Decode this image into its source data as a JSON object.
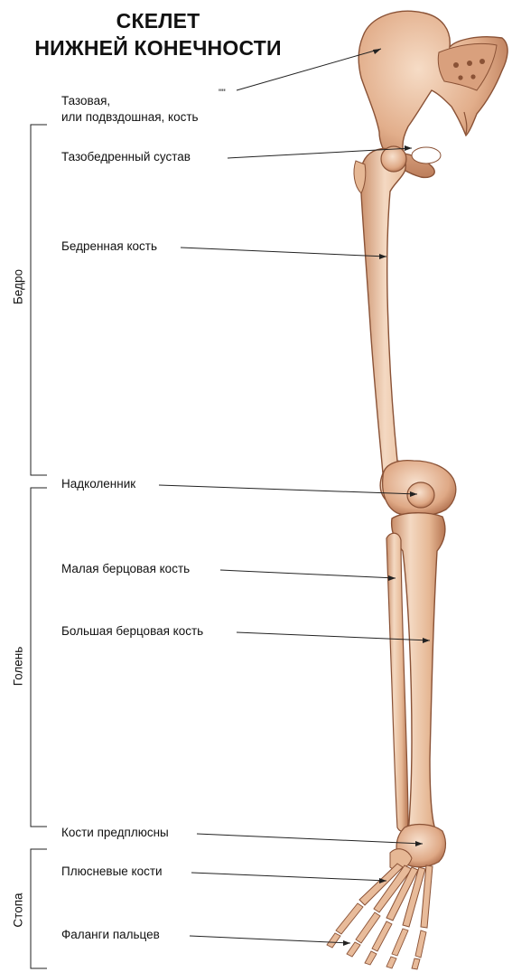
{
  "title": {
    "line1": "СКЕЛЕТ",
    "line2": "НИЖНЕЙ КОНЕЧНОСТИ"
  },
  "labels": {
    "pelvis_line1": "Тазовая,",
    "pelvis_line2": "или подвздошная, кость",
    "pelvis_mark": "\"\"",
    "hip_joint": "Тазобедренный сустав",
    "femur": "Бедренная кость",
    "patella": "Надколенник",
    "fibula": "Малая берцовая кость",
    "tibia": "Большая берцовая кость",
    "tarsals": "Кости предплюсны",
    "metatarsals": "Плюсневые кости",
    "phalanges": "Фаланги пальцев"
  },
  "groups": {
    "thigh": "Бедро",
    "shin": "Голень",
    "foot": "Стопа"
  },
  "colors": {
    "bone_light": "#f3d5bc",
    "bone_mid": "#e2b08e",
    "bone_shadow": "#b87a58",
    "bone_outline": "#8a5236",
    "line": "#222222"
  }
}
